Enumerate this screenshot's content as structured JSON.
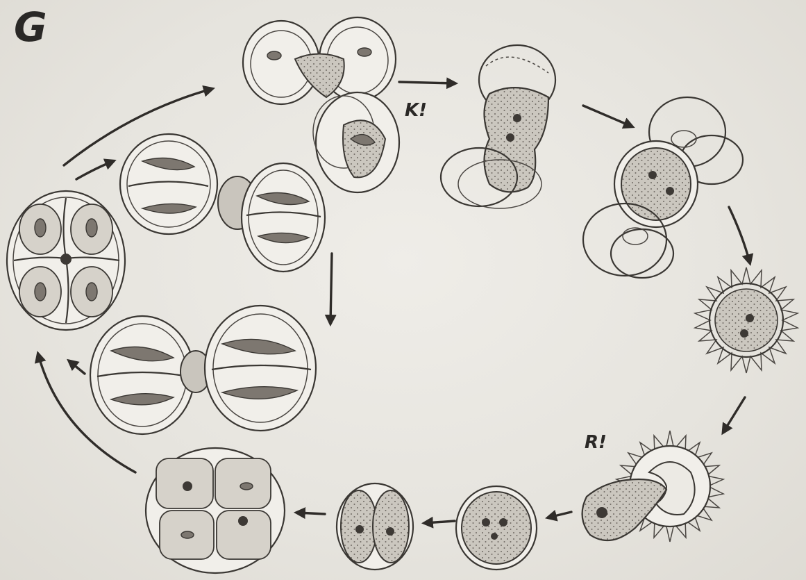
{
  "labels": {
    "panel_letter": "G",
    "karyogamy_mark": "K!",
    "reduction_mark": "R!"
  },
  "colors": {
    "paper": "#e9e7e2",
    "ink": "#3a3733",
    "cytoplasm": "#c9c5bd",
    "nucleus": "#3d3935"
  }
}
